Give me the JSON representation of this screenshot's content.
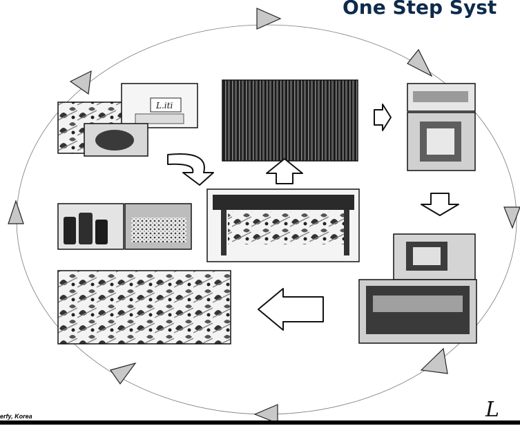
{
  "slide": {
    "title": "One Step Syst",
    "footer_text": "erfy, Korea",
    "logo_text": "L"
  },
  "photo_labels": {
    "fabric_card": "L.iti"
  },
  "colors": {
    "title": "#0e2a4c",
    "arrow_fill": "#c8c8c8",
    "photo_dark": "#2b2b2b"
  },
  "icons": [
    "cycle-arrow-icon",
    "flow-arrow-icon"
  ]
}
